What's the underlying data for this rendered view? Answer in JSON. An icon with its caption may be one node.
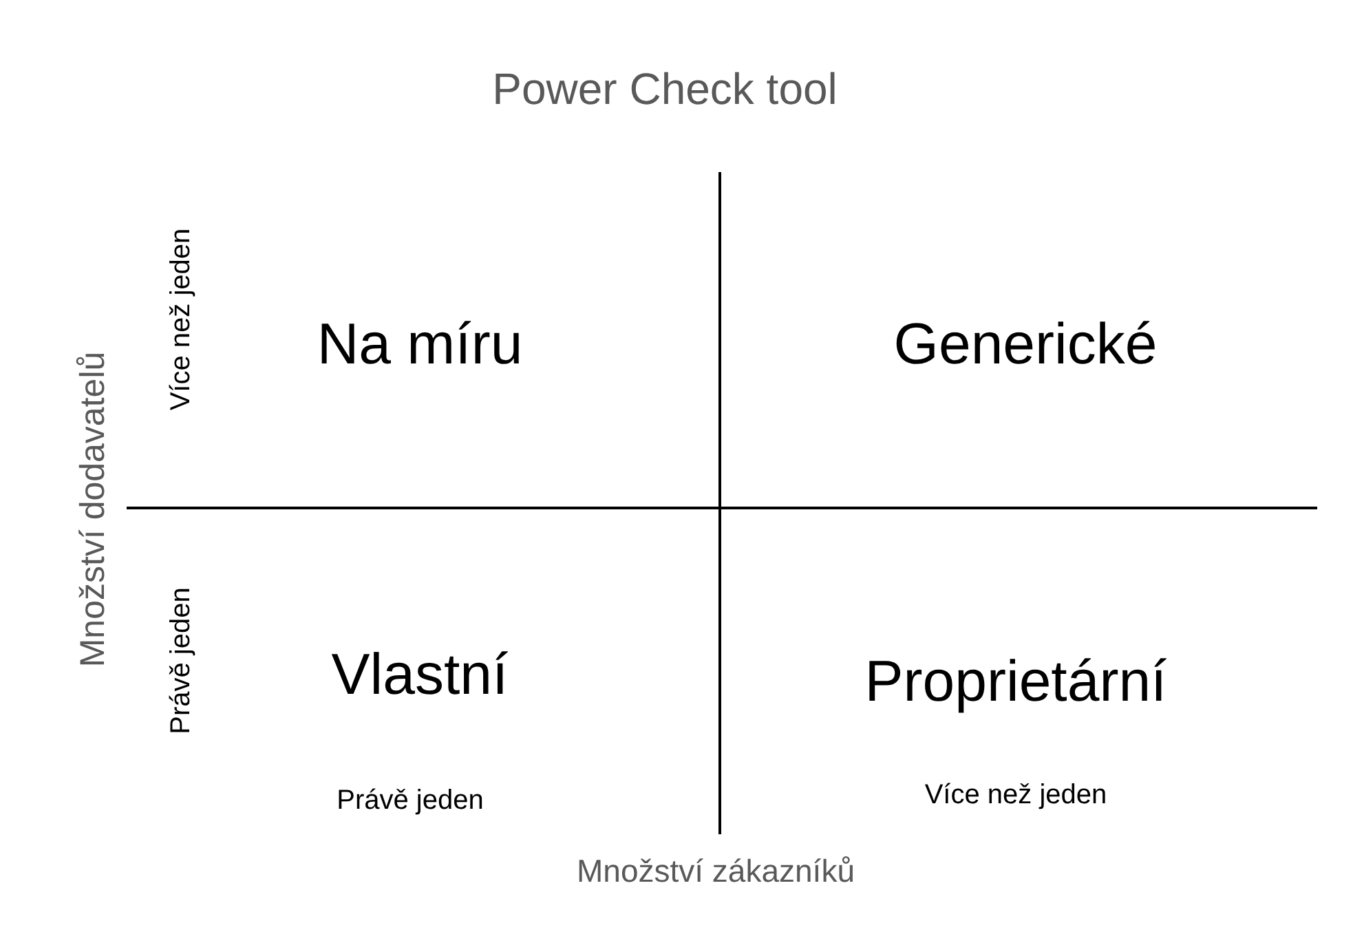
{
  "diagram": {
    "title": "Power Check tool",
    "labels": [
      "Více než jeden",
      "Na míru",
      "Generické",
      "Množství dodavatelů",
      "Právě jeden",
      "Vlastní",
      "Proprietární",
      "Právě jeden",
      "Více než jeden",
      "Množství zákazníků"
    ]
  }
}
